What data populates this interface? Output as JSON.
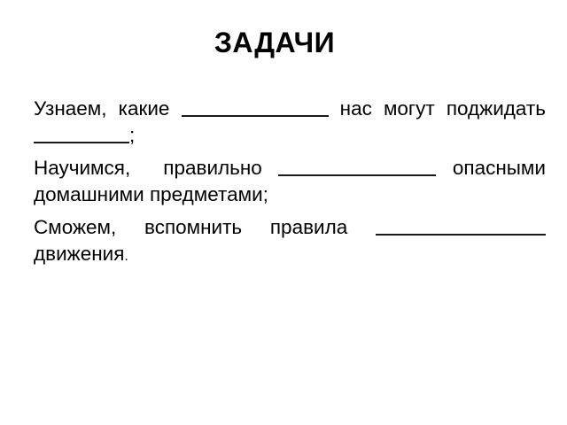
{
  "slide": {
    "title": "ЗАДАЧИ",
    "background_color": "#ffffff",
    "text_color": "#000000",
    "tasks": [
      {
        "parts": [
          "Узнаем,",
          "какие",
          "нас",
          "могут",
          "поджидать",
          ";"
        ],
        "text": "Узнаем, какие ____________ нас могут поджидать ________;"
      },
      {
        "parts": [
          "Научимся,",
          "правильно",
          "опасными",
          "домашними предметами;"
        ],
        "text": "Научимся, правильно _____________ опасными домашними предметами;"
      },
      {
        "parts": [
          "Сможем,",
          "вспомнить",
          "правила",
          "движения",
          "."
        ],
        "text": "Сможем, вспомнить правила ______________ движения."
      }
    ]
  }
}
